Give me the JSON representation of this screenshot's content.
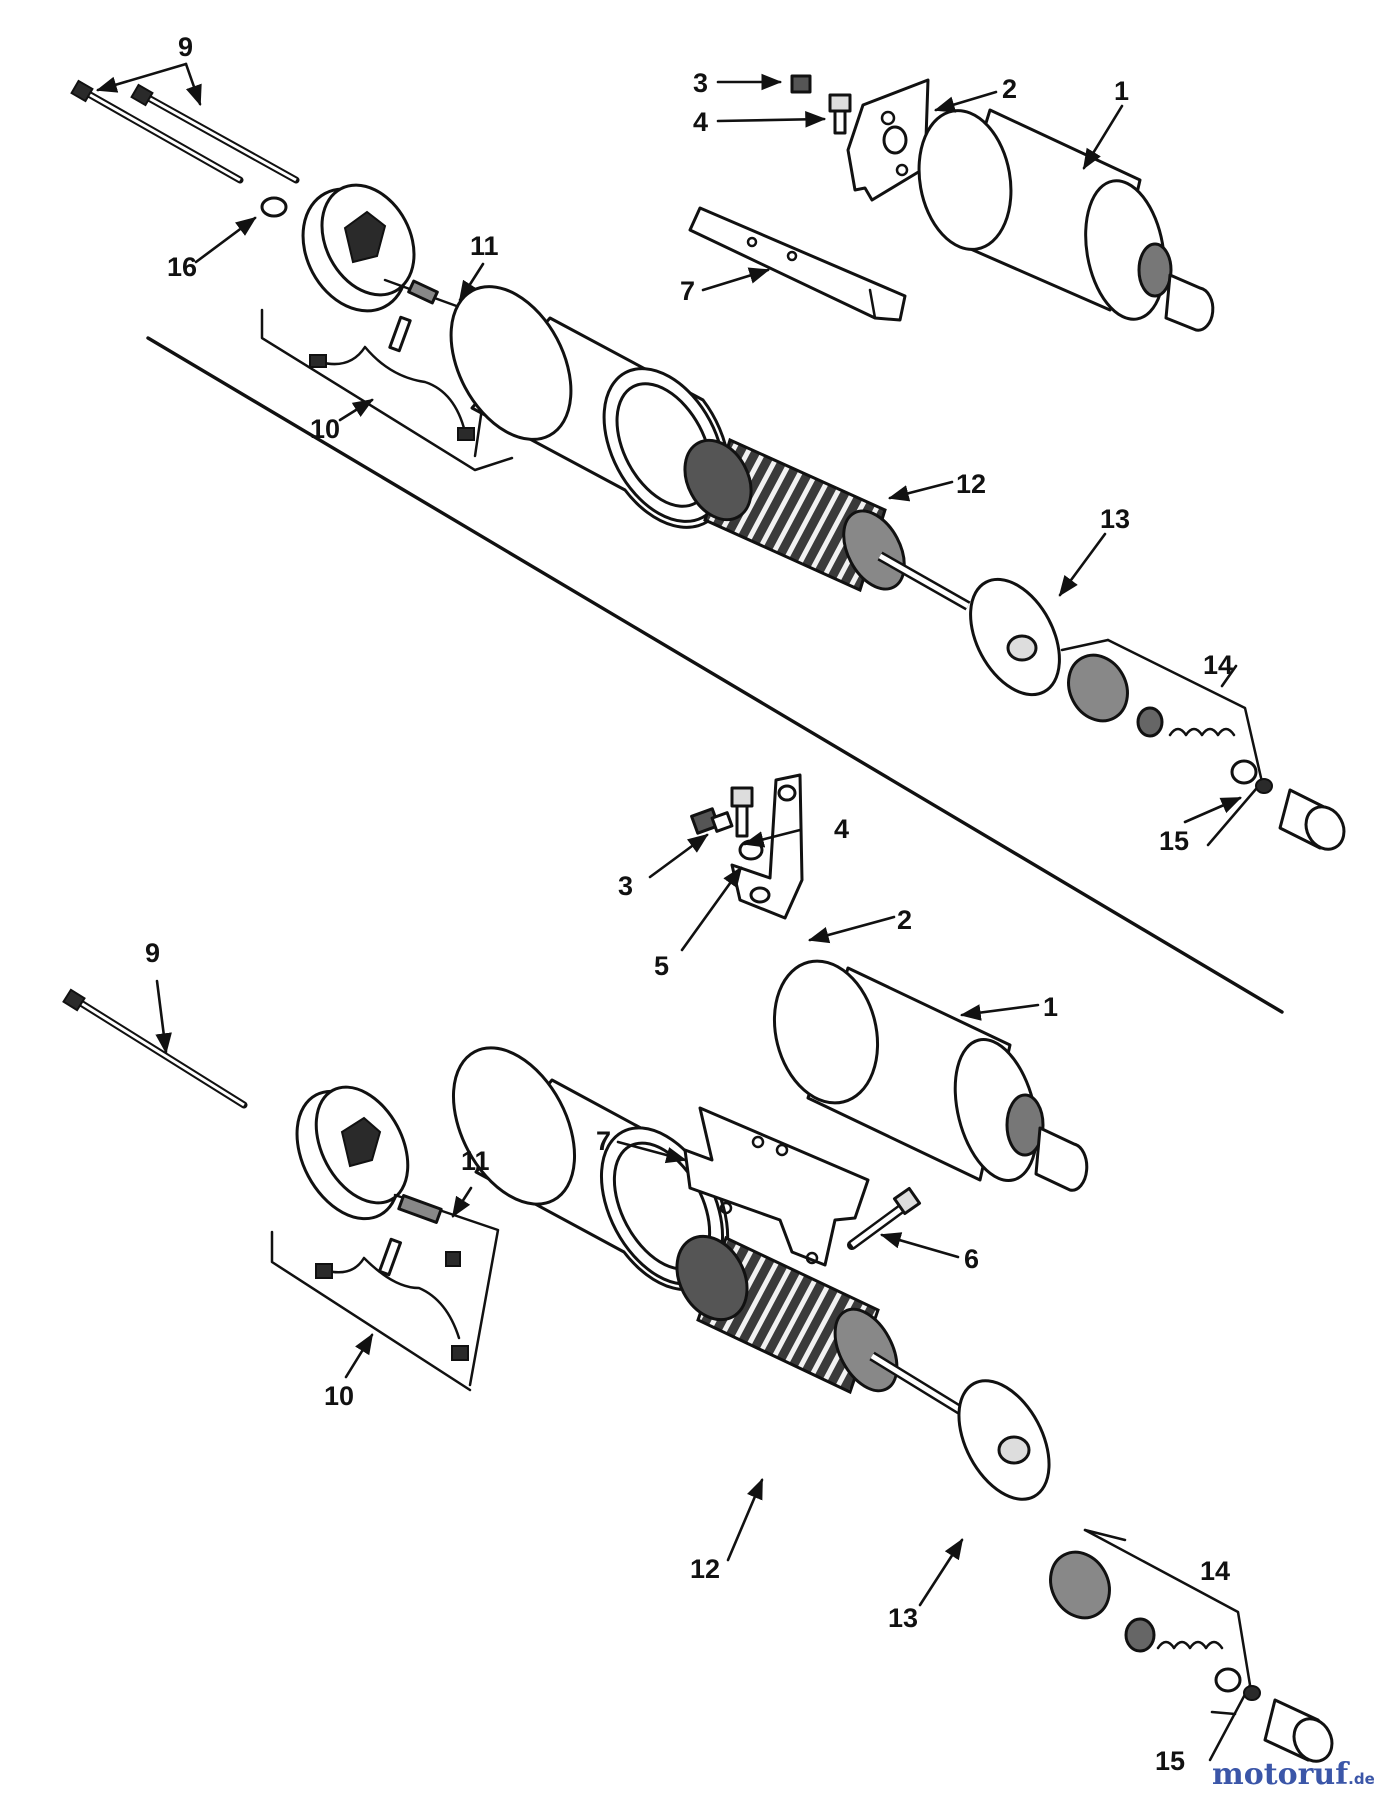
{
  "diagram": {
    "top_assembly": {
      "callouts": [
        {
          "key": "t1",
          "label": "1"
        },
        {
          "key": "t2",
          "label": "2"
        },
        {
          "key": "t3",
          "label": "3"
        },
        {
          "key": "t4",
          "label": "4"
        },
        {
          "key": "t7",
          "label": "7"
        },
        {
          "key": "t9",
          "label": "9"
        },
        {
          "key": "t10",
          "label": "10"
        },
        {
          "key": "t11",
          "label": "11"
        },
        {
          "key": "t12",
          "label": "12"
        },
        {
          "key": "t13",
          "label": "13"
        },
        {
          "key": "t14",
          "label": "14"
        },
        {
          "key": "t15",
          "label": "15"
        },
        {
          "key": "t16",
          "label": "16"
        }
      ]
    },
    "bottom_assembly": {
      "callouts": [
        {
          "key": "b1",
          "label": "1"
        },
        {
          "key": "b2",
          "label": "2"
        },
        {
          "key": "b3",
          "label": "3"
        },
        {
          "key": "b4",
          "label": "4"
        },
        {
          "key": "b5",
          "label": "5"
        },
        {
          "key": "b6",
          "label": "6"
        },
        {
          "key": "b7",
          "label": "7"
        },
        {
          "key": "b9",
          "label": "9"
        },
        {
          "key": "b10",
          "label": "10"
        },
        {
          "key": "b11",
          "label": "11"
        },
        {
          "key": "b12",
          "label": "12"
        },
        {
          "key": "b13",
          "label": "13"
        },
        {
          "key": "b14",
          "label": "14"
        },
        {
          "key": "b15",
          "label": "15"
        }
      ]
    }
  },
  "watermark": {
    "main": "motoruf",
    "suffix": ".de"
  }
}
